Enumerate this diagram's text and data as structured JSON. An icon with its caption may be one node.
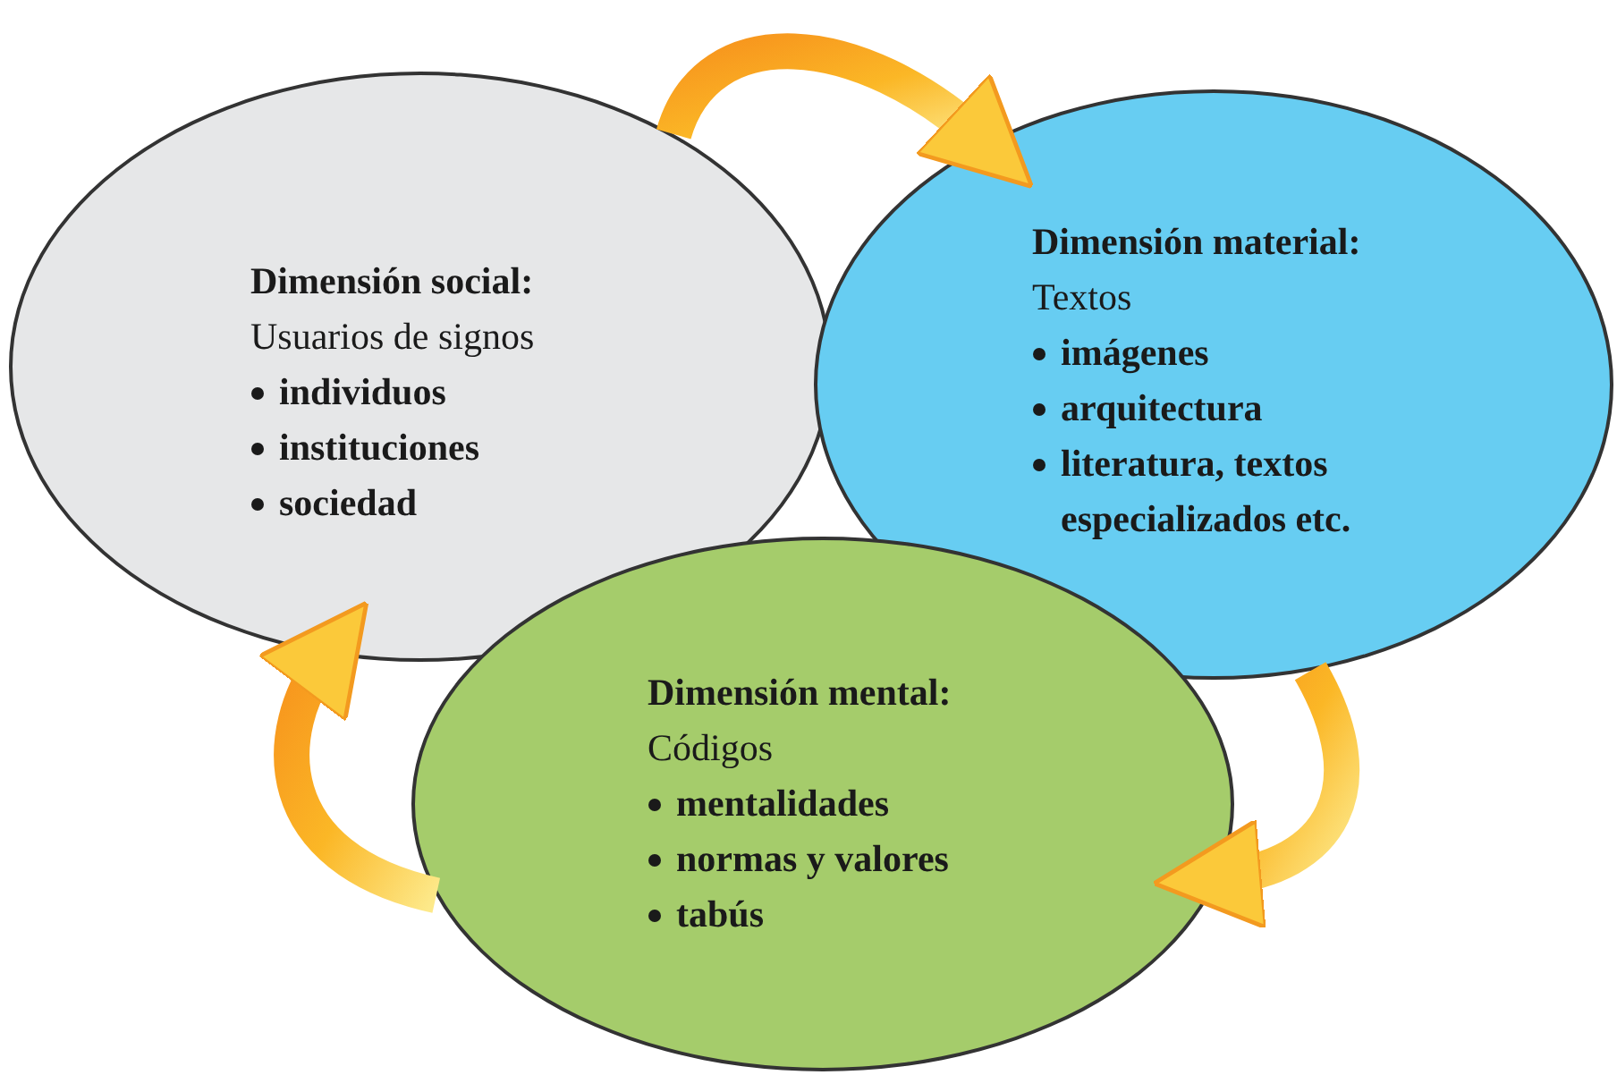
{
  "diagram": {
    "nodes": [
      {
        "text": [
          "Dimensión social:",
          "Usuarios de signos",
          "individuos",
          "instituciones",
          "sociedad"
        ]
      },
      {
        "text": [
          "Dimensión material:",
          "Textos",
          "imágenes",
          "arquitectura",
          "literatura, textos especializados etc."
        ]
      },
      {
        "text": [
          "Dimensión mental:",
          "Códigos",
          "mentalidades",
          "normas y valores",
          "tabús"
        ]
      }
    ],
    "edges": [
      {
        "from": 0,
        "to": 1,
        "arrow": "to"
      },
      {
        "from": 1,
        "to": 2,
        "arrow": "to"
      },
      {
        "from": 2,
        "to": 0,
        "arrow": "to"
      }
    ]
  }
}
